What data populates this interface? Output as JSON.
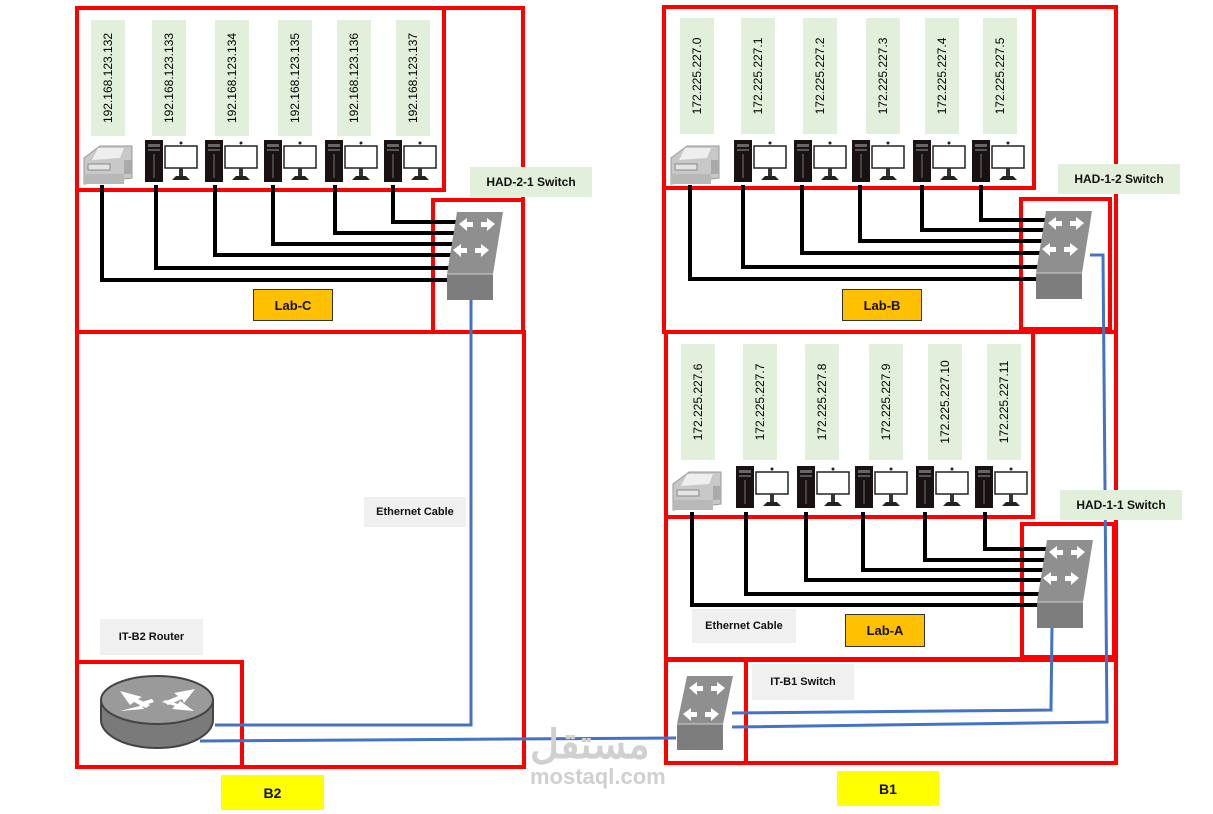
{
  "colors": {
    "border": "#ff0000",
    "ethernet": "#4472c4",
    "lan": "#000000",
    "ip_bg": "#e2efda",
    "lab_bg": "#ffc000",
    "building_bg": "#ffff00"
  },
  "labs": {
    "lab_c": {
      "name": "Lab-C",
      "switch": "HAD-2-1 Switch",
      "ips": [
        "192.168.123.132",
        "192.168.123.133",
        "192.168.123.134",
        "192.168.123.135",
        "192.168.123.136",
        "192.168.123.137"
      ]
    },
    "lab_b": {
      "name": "Lab-B",
      "switch": "HAD-1-2 Switch",
      "ips": [
        "172.225.227.0",
        "172.225.227.1",
        "172.225.227.2",
        "172.225.227.3",
        "172.225.227.4",
        "172.225.227.5"
      ]
    },
    "lab_a": {
      "name": "Lab-A",
      "switch": "HAD-1-1 Switch",
      "ips": [
        "172.225.227.6",
        "172.225.227.7",
        "172.225.227.8",
        "172.225.227.9",
        "172.225.227.10",
        "172.225.227.11"
      ]
    }
  },
  "labels": {
    "ethernet_b2": "Ethernet Cable",
    "ethernet_b1": "Ethernet Cable",
    "router": "IT-B2 Router",
    "b1_switch": "IT-B1 Switch",
    "building_b2": "B2",
    "building_b1": "B1"
  },
  "icons": {
    "printer": "printer-icon",
    "pc": "desktop-computer-icon",
    "switch": "network-switch-icon",
    "router": "router-icon"
  },
  "watermark": {
    "arabic": "مستقل",
    "latin": "mostaql.com"
  }
}
